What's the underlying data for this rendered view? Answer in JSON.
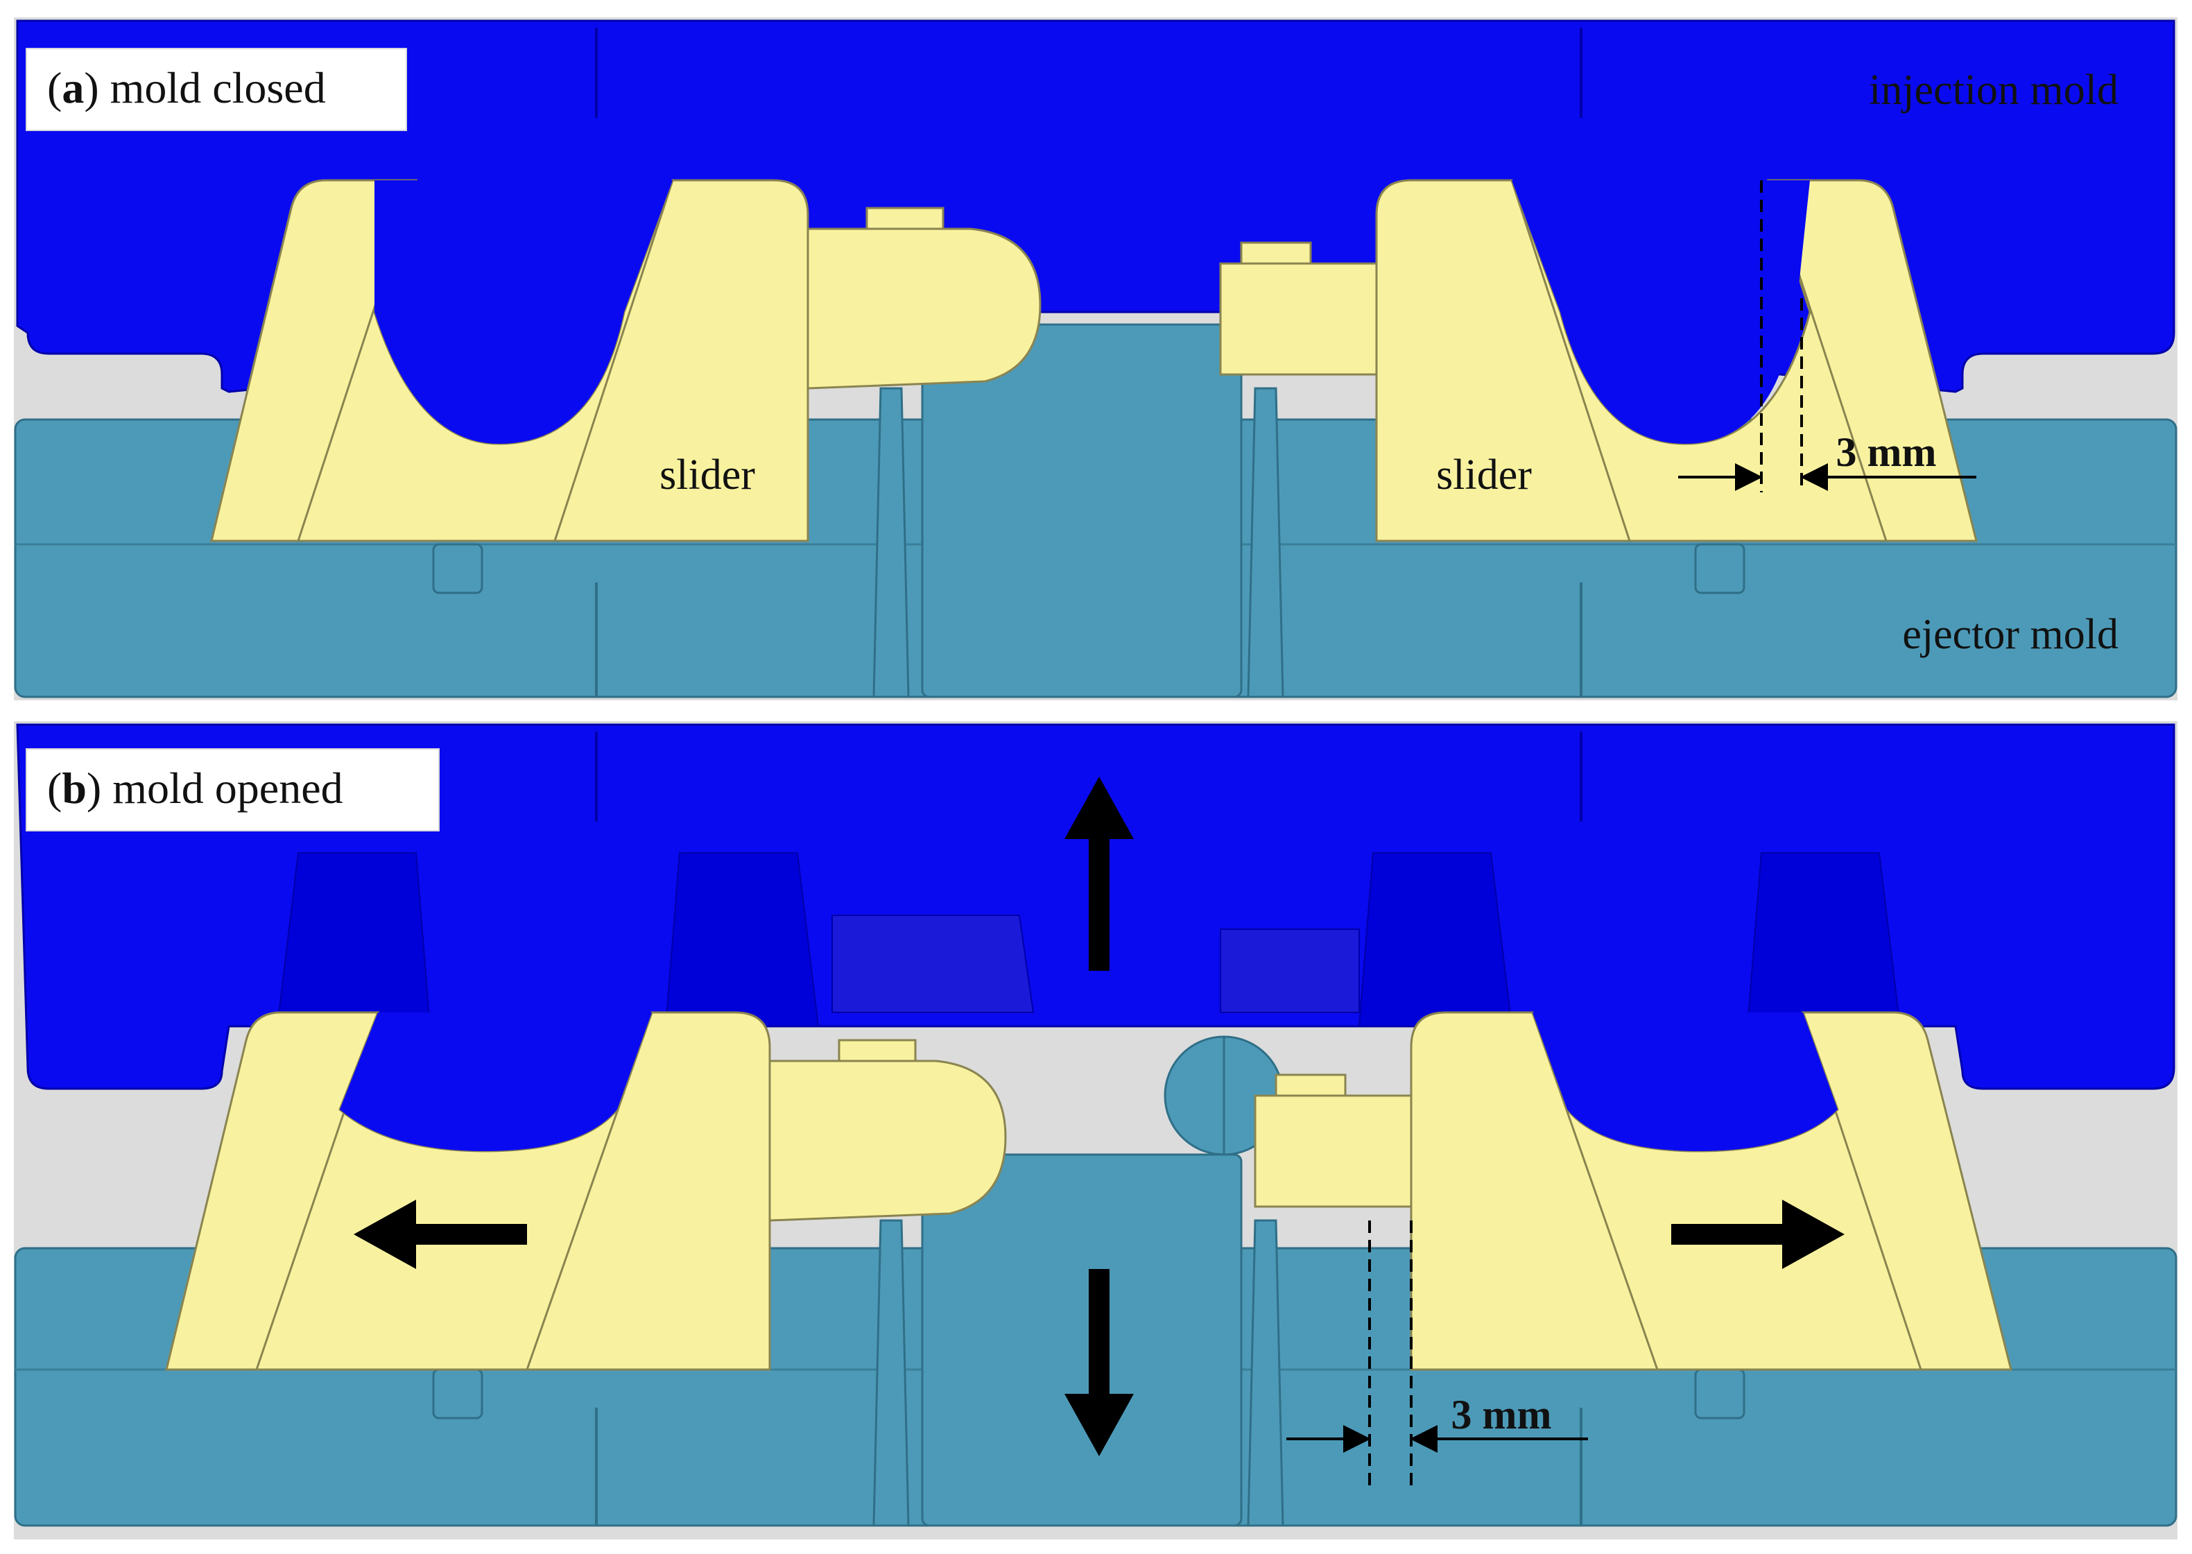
{
  "panels": [
    {
      "letter": "a",
      "caption": "mold closed"
    },
    {
      "letter": "b",
      "caption": "mold opened"
    }
  ],
  "labels": {
    "injection_mold": "injection mold",
    "ejector_mold": "ejector mold",
    "slider_left": "slider",
    "slider_right": "slider",
    "dim_top": "3 mm",
    "dim_bottom": "3 mm"
  },
  "colors": {
    "injection_mold": "#0a0af0",
    "ejector_mold": "#4d9ab8",
    "slider": "#f8f2a0",
    "background": "#dcdcdc",
    "arrow": "#000000"
  },
  "arrows": {
    "up": "up",
    "down": "down",
    "left": "left",
    "right": "right"
  }
}
